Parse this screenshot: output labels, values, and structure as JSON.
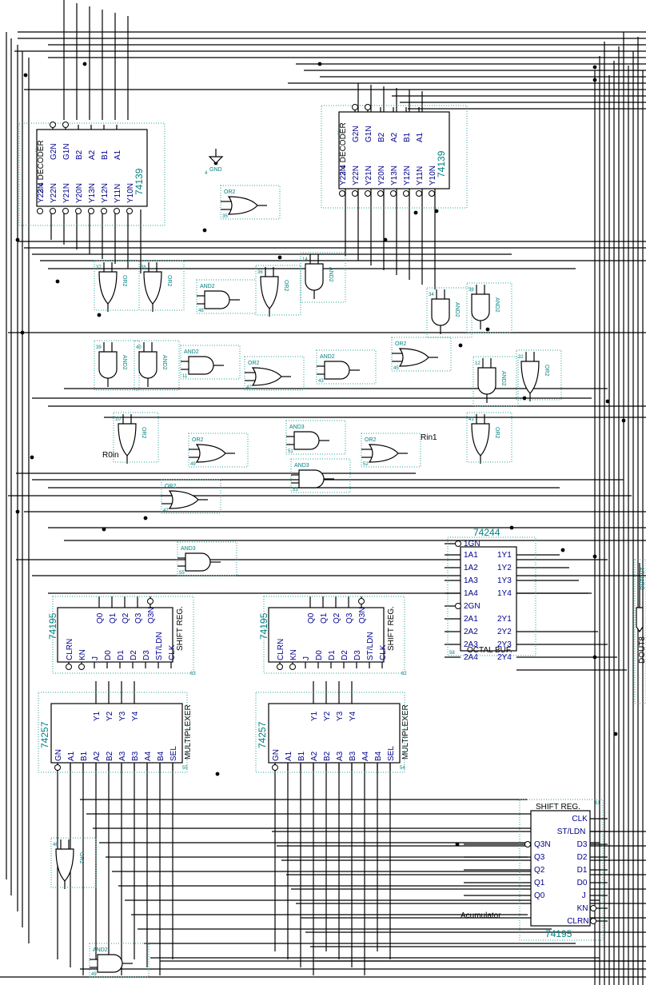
{
  "decoder_left": {
    "title": "2:4 DECODER",
    "part": "74139",
    "ref": "3",
    "top_pins": [
      "G2N",
      "G1N",
      "B2",
      "A2",
      "B1",
      "A1"
    ],
    "bottom_pins": [
      "Y23N",
      "Y22N",
      "Y21N",
      "Y20N",
      "Y13N",
      "Y12N",
      "Y11N",
      "Y10N"
    ]
  },
  "decoder_right": {
    "title": "2:4 DECODER",
    "part": "74139",
    "ref": "2",
    "top_pins": [
      "G2N",
      "G1N",
      "B2",
      "A2",
      "B1",
      "A1"
    ],
    "bottom_pins": [
      "Y23N",
      "Y22N",
      "Y21N",
      "Y20N",
      "Y13N",
      "Y12N",
      "Y11N",
      "Y10N"
    ]
  },
  "gnd": {
    "label": "GND",
    "ref": "4"
  },
  "gates": {
    "or_types": "OR2",
    "and_types": "AND2",
    "and3_type": "AND3"
  },
  "gate_refs": [
    "37",
    "38",
    "36",
    "39",
    "40",
    "14",
    "35",
    "48",
    "34",
    "33",
    "32",
    "12",
    "41",
    "10",
    "11",
    "42",
    "43",
    "45",
    "49",
    "51",
    "52",
    "46",
    "53",
    "47",
    "55"
  ],
  "signals": {
    "r0in": "R0in",
    "rin1": "Rin1"
  },
  "octal_buf": {
    "part": "74244",
    "title": "OCTAL BUF.",
    "ref": "58",
    "left_pins": [
      "1GN",
      "1A1",
      "1A2",
      "1A3",
      "1A4",
      "2GN",
      "2A1",
      "2A2",
      "2A3",
      "2A4"
    ],
    "right_pins": [
      "1Y1",
      "1Y2",
      "1Y3",
      "1Y4",
      "2Y1",
      "2Y2",
      "2Y3",
      "2Y4"
    ]
  },
  "output": {
    "label": "DOUT8",
    "type": "OUTPUT"
  },
  "shift_reg_left": {
    "part": "74195",
    "title": "SHIFT REG.",
    "ref": "63",
    "top_pins": [
      "Q0",
      "Q1",
      "Q2",
      "Q3",
      "Q3N"
    ],
    "bottom_pins": [
      "CLRN",
      "KN",
      "J",
      "D0",
      "D1",
      "D2",
      "D3",
      "ST/LDN",
      "CLK"
    ]
  },
  "shift_reg_mid": {
    "part": "74195",
    "title": "SHIFT REG.",
    "ref": "62",
    "top_pins": [
      "Q0",
      "Q1",
      "Q2",
      "Q3",
      "Q3N"
    ],
    "bottom_pins": [
      "CLRN",
      "KN",
      "J",
      "D0",
      "D1",
      "D2",
      "D3",
      "ST/LDN",
      "CLK"
    ]
  },
  "mux_left": {
    "part": "74257",
    "title": "MULTIPLEXER",
    "ref": "55",
    "top_pins": [
      "Y1",
      "Y2",
      "Y3",
      "Y4"
    ],
    "bottom_pins": [
      "GN",
      "A1",
      "B1",
      "A2",
      "B2",
      "A3",
      "B3",
      "A4",
      "B4",
      "SEL"
    ]
  },
  "mux_mid": {
    "part": "74257",
    "title": "MULTIPLEXER",
    "ref": "54",
    "top_pins": [
      "Y1",
      "Y2",
      "Y3",
      "Y4"
    ],
    "bottom_pins": [
      "GN",
      "A1",
      "B1",
      "A2",
      "B2",
      "A3",
      "B3",
      "A4",
      "B4",
      "SEL"
    ]
  },
  "accumulator": {
    "title": "SHIFT REG.",
    "part": "74195",
    "ref": "61",
    "label": "Acumulator",
    "left_pins": [
      "Q3N",
      "Q3",
      "Q2",
      "Q1",
      "Q0"
    ],
    "right_pins": [
      "CLK",
      "ST/LDN",
      "D3",
      "D2",
      "D1",
      "D0",
      "J",
      "KN",
      "CLRN"
    ]
  }
}
